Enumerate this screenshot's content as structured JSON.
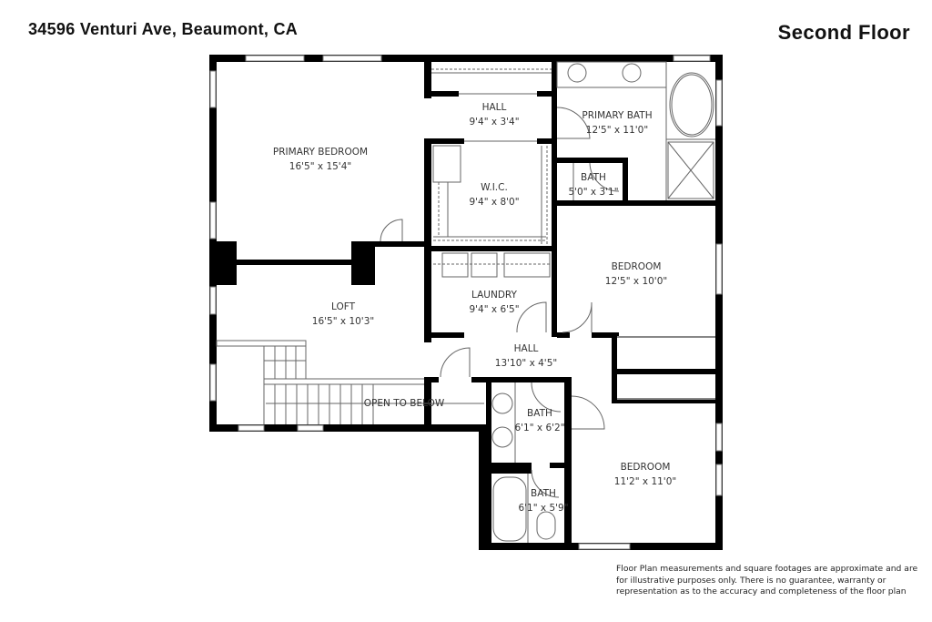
{
  "header": {
    "address": "34596 Venturi Ave, Beaumont, CA",
    "floor_title": "Second Floor"
  },
  "rooms": [
    {
      "name": "PRIMARY BEDROOM",
      "dims": "16'5\" x 15'4\""
    },
    {
      "name": "HALL",
      "dims": "9'4\" x 3'4\""
    },
    {
      "name": "PRIMARY BATH",
      "dims": "12'5\" x 11'0\""
    },
    {
      "name": "W.I.C.",
      "dims": "9'4\" x 8'0\""
    },
    {
      "name": "BATH",
      "dims": "5'0\" x 3'1\""
    },
    {
      "name": "LOFT",
      "dims": "16'5\" x 10'3\""
    },
    {
      "name": "LAUNDRY",
      "dims": "9'4\" x 6'5\""
    },
    {
      "name": "BEDROOM",
      "dims": "12'5\" x 10'0\""
    },
    {
      "name": "HALL",
      "dims": "13'10\" x 4'5\""
    },
    {
      "name": "BATH",
      "dims": "6'1\" x 6'2\""
    },
    {
      "name": "BEDROOM",
      "dims": "11'2\" x 11'0\""
    },
    {
      "name": "BATH",
      "dims": "6'1\" x 5'9\""
    }
  ],
  "annotations": {
    "open_to_below": "OPEN TO BELOW"
  },
  "disclaimer": "Floor Plan measurements and square footages are approximate and are for illustrative purposes only. There is no guarantee, warranty or representation as to the accuracy and completeness of the floor plan",
  "colors": {
    "wall": "#000000",
    "fixture": "#555555",
    "background": "#ffffff"
  }
}
